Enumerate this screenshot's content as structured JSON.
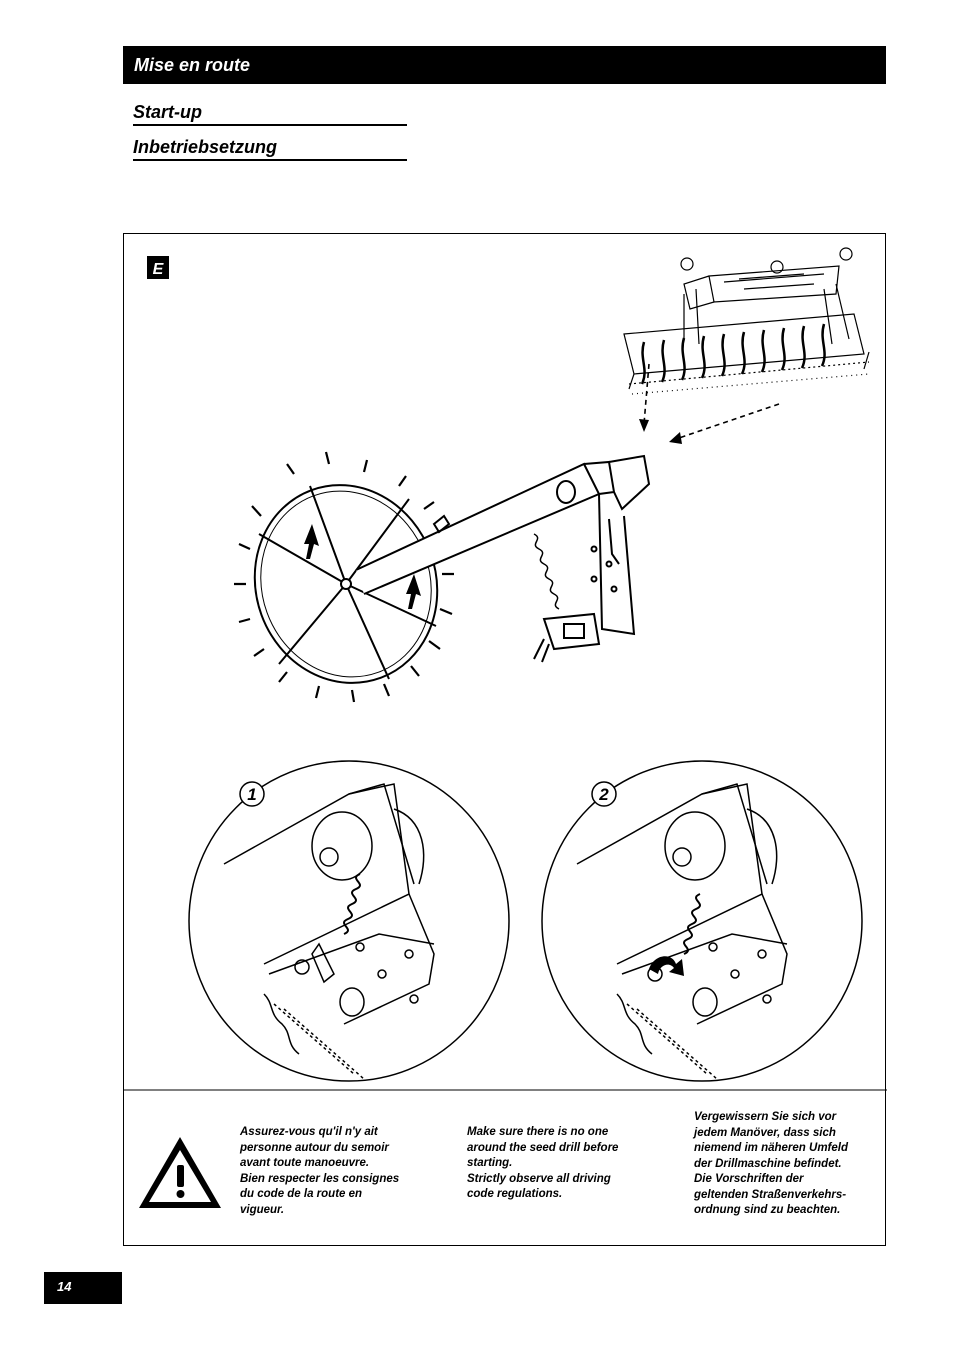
{
  "header": {
    "title": "Mise en route"
  },
  "subtitles": {
    "english": "Start-up",
    "german": "Inbetriebsetzung"
  },
  "figure": {
    "label": "E",
    "detail_1": "1",
    "detail_2": "2"
  },
  "warning": {
    "icon": "warning-triangle-icon",
    "french": "Assurez-vous qu'il n'y ait\npersonne autour du semoir\navant toute manoeuvre.\nBien respecter les consignes\ndu code de la route en\nvigueur.",
    "english": "Make sure there is no one\naround the seed drill before\nstarting.\nStrictly observe all driving\ncode regulations.",
    "german": "Vergewissern Sie sich vor\njedem Manöver, dass sich\nniemend im näheren Umfeld\nder Drillmaschine befindet.\nDie Vorschriften der\ngeltenden Straßenverkehrs-\nordnung sind zu beachten."
  },
  "page": {
    "number": "14"
  }
}
